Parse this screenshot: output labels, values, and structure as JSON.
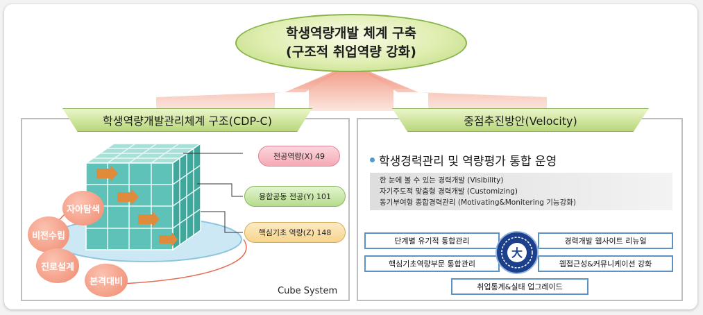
{
  "top_goal": {
    "line1": "학생역량개발 체계 구축",
    "line2": "(구조적 취업역량 강화)"
  },
  "left_panel": {
    "title": "학생역량개발관리체계 구조(CDP-C)",
    "labels": [
      {
        "text": "전공역량(X) 49",
        "color": "#f5a9b5"
      },
      {
        "text": "융합공동 전공(Y) 101",
        "color": "#b6dc8e"
      },
      {
        "text": "핵심기초 역량(Z) 148",
        "color": "#f6d48c"
      }
    ],
    "circles": [
      "자아탐색",
      "비전수립",
      "진로설계",
      "본격대비"
    ],
    "caption": "Cube System"
  },
  "right_panel": {
    "title": "중점추진방안(Velocity)",
    "main_point": "학생경력관리 및 역량평가 통합 운영",
    "sub_points": [
      "한 눈에 볼 수 있는 경력개발 (Visibility)",
      "자기주도적 맞춤형 경력개발 (Customizing)",
      "동기부여형 종합경력관리 (Motivating&Monitering 기능강화)"
    ],
    "boxes": {
      "top_left": "단계별 유기적 통합관리",
      "top_right": "경력개발 웹사이트 리뉴얼",
      "mid_left": "핵심기초역량부문 통합관리",
      "mid_right": "웹접근성&커뮤니케이션 강화",
      "bottom": "취업통계&실태 업그레이드"
    },
    "emblem_char": "大"
  },
  "colors": {
    "panel_tab": "#b8d77c",
    "arrow_red": "#f2a090",
    "cube_teal": "#5fc2b8",
    "box_border": "#5c93c2"
  }
}
